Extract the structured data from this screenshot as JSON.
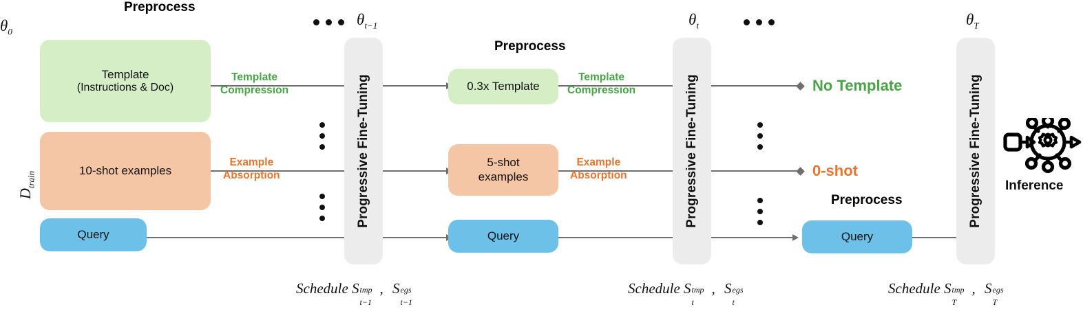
{
  "figure": {
    "kind": "pipeline-diagram",
    "colors": {
      "template_box": "#d5eec6",
      "examples_box": "#f5c6a5",
      "query_box": "#6dc0e8",
      "pillar": "#ececec",
      "dashed_border": "#27404f",
      "connector": "#6e6e6e",
      "green_text": "#49a347",
      "orange_text": "#e4762f"
    }
  },
  "labels": {
    "preprocess": "Preprocess",
    "progressive_fine_tuning": "Progressive Fine-Tuning",
    "inference": "Inference",
    "d_train": "D",
    "d_train_sub": "train"
  },
  "stages": [
    {
      "id": "stage-0",
      "theta": "θ",
      "theta_sub": "0",
      "preprocess_title": "Preprocess",
      "boxes": {
        "template_line1": "Template",
        "template_line2": "(Instructions & Doc)",
        "examples": "10-shot examples",
        "query": "Query"
      },
      "edges": {
        "template_top": "Template",
        "template_bottom": "Compression",
        "example_top": "Example",
        "example_bottom": "Absorption"
      },
      "schedule": {
        "word": "Schedule",
        "s1": "S",
        "s1_sup": "tmp",
        "s1_sub": "t−1",
        "s2": "S",
        "s2_sup": "egs",
        "s2_sub": "t−1"
      }
    },
    {
      "id": "stage-t",
      "theta": "θ",
      "theta_sub": "t−1",
      "preprocess_title": "Preprocess",
      "boxes": {
        "template_line1": "0.3x Template",
        "examples_line1": "5-shot",
        "examples_line2": "examples",
        "query": "Query"
      },
      "edges": {
        "template_top": "Template",
        "template_bottom": "Compression",
        "example_top": "Example",
        "example_bottom": "Absorption"
      },
      "schedule": {
        "word": "Schedule",
        "s1": "S",
        "s1_sup": "tmp",
        "s1_sub": "t",
        "s2": "S",
        "s2_sup": "egs",
        "s2_sub": "t"
      }
    },
    {
      "id": "stage-T",
      "theta": "θ",
      "theta_sub": "t",
      "preprocess_title": "Preprocess",
      "boxes": {
        "query": "Query"
      },
      "outcomes": {
        "no_template": "No Template",
        "zero_shot": "0-shot"
      },
      "schedule": {
        "word": "Schedule",
        "s1": "S",
        "s1_sup": "tmp",
        "s1_sub": "T",
        "s2": "S",
        "s2_sup": "egs",
        "s2_sub": "T"
      }
    },
    {
      "id": "stage-final",
      "theta": "θ",
      "theta_sub": "T"
    }
  ],
  "pillars": [
    {
      "label": "Progressive Fine-Tuning"
    },
    {
      "label": "Progressive Fine-Tuning"
    },
    {
      "label": "Progressive Fine-Tuning"
    }
  ],
  "icons": {
    "inference": "ai-chip-robot-icon",
    "ellipsis_horizontal": "horizontal-ellipsis-icon",
    "ellipsis_vertical": "vertical-ellipsis-icon"
  }
}
